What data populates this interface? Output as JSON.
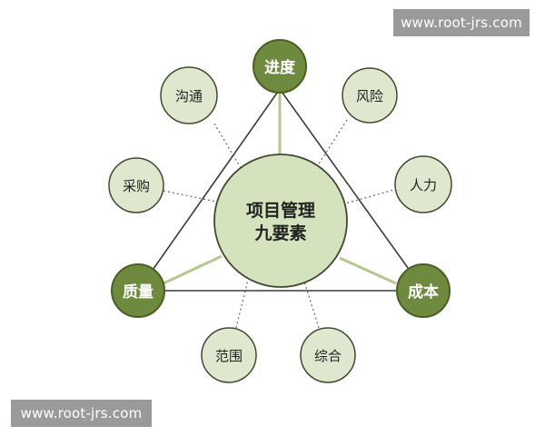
{
  "center": {
    "line1": "项目管理",
    "line2": "九要素"
  },
  "primary": {
    "top": "进度",
    "left": "质量",
    "right": "成本"
  },
  "secondary": {
    "communication": "沟通",
    "risk": "风险",
    "procurement": "采购",
    "hr": "人力",
    "scope": "范围",
    "integration": "综合"
  },
  "watermarks": {
    "top": "www.root-jrs.com",
    "bottom": "www.root-jrs.com"
  },
  "colors": {
    "primary_fill": "#6e8a3e",
    "primary_stroke": "#4a5f24",
    "secondary_fill": "#dfe8cf",
    "secondary_stroke": "#3f4a30",
    "center_fill": "#d4e2be",
    "triangle_line": "#3b3b3b",
    "spoke_line": "#b5c68f",
    "dotted_line": "#666666"
  }
}
